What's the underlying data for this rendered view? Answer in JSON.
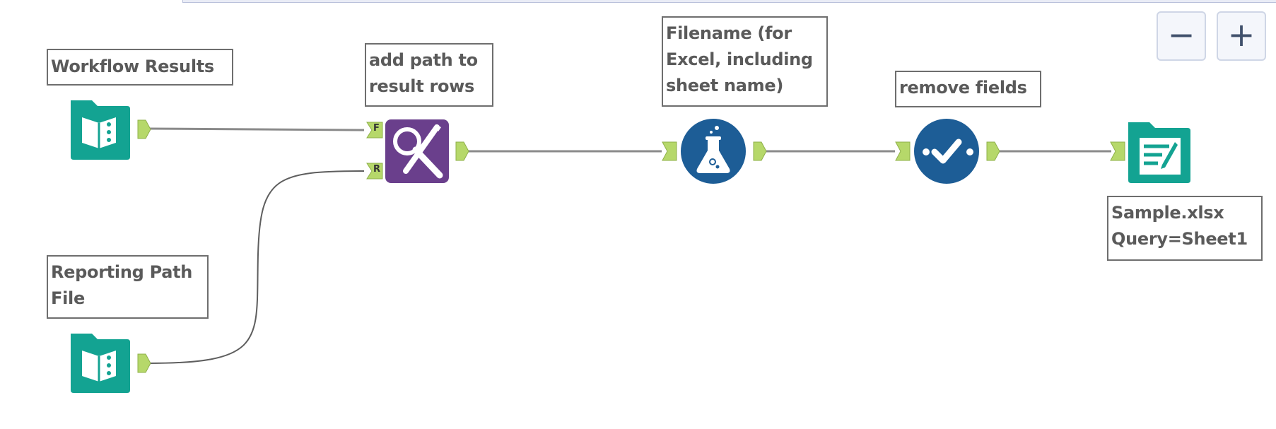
{
  "workflow": {
    "annotations": {
      "workflow_results": "Workflow Results",
      "reporting_path_file": "Reporting Path\nFile",
      "add_path": "add path to\nresult rows",
      "filename": "Filename (for\nExcel, including\nsheet name)",
      "remove_fields": "remove fields",
      "output": "Sample.xlsx\nQuery=Sheet1"
    },
    "anchors": {
      "find_replace_find": "F",
      "find_replace_replace": "R"
    },
    "tools": {
      "input_workflow_results": "book-input-icon",
      "input_reporting_path": "book-input-icon",
      "find_replace": "find-replace-icon",
      "formula": "formula-flask-icon",
      "select": "select-check-icon",
      "output": "output-file-icon"
    },
    "colors": {
      "input_teal": "#13a392",
      "find_replace_purple": "#6a3f8c",
      "blue_tool": "#1d5d96",
      "anchor_green": "#b6d86a",
      "wire": "#8a8a8a"
    }
  },
  "zoom": {
    "minus_label": "−",
    "plus_label": "+"
  }
}
